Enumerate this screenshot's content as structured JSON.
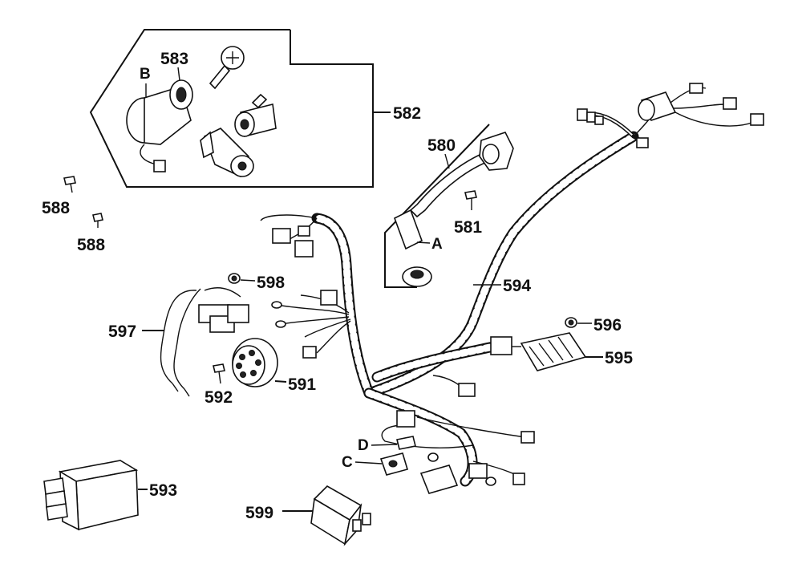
{
  "labels": {
    "p580": "580",
    "p581": "581",
    "p582": "582",
    "p583": "583",
    "p588a": "588",
    "p588b": "588",
    "p591": "591",
    "p592": "592",
    "p593": "593",
    "p594": "594",
    "p595": "595",
    "p596": "596",
    "p597": "597",
    "p598": "598",
    "p599": "599",
    "A": "A",
    "B": "B",
    "C": "C",
    "D": "D"
  },
  "colors": {
    "ink": "#111111",
    "paper": "#ffffff"
  }
}
